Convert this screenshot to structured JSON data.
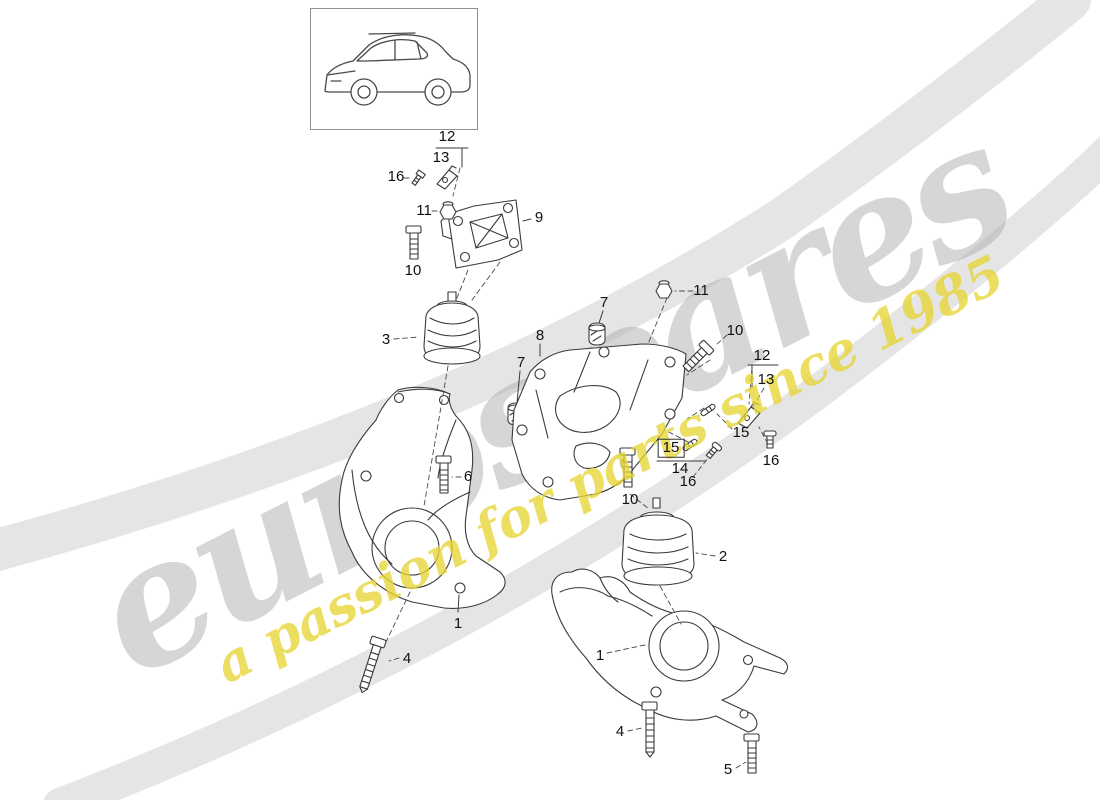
{
  "page": {
    "background": "#ffffff",
    "line_color": "#3a3a3a"
  },
  "watermark": {
    "brand": "eurospares",
    "tagline": "a passion for parts since 1985",
    "brand_color": "#adadad",
    "tagline_color": "#e6d534",
    "swoosh_color": "#cfcfcf"
  },
  "icons": {
    "vehicle": "car-side-view"
  },
  "callouts": [
    {
      "text": "12"
    },
    {
      "text": "13"
    },
    {
      "text": "16"
    },
    {
      "text": "11"
    },
    {
      "text": "9"
    },
    {
      "text": "10"
    },
    {
      "text": "3"
    },
    {
      "text": "7"
    },
    {
      "text": "11"
    },
    {
      "text": "10"
    },
    {
      "text": "8"
    },
    {
      "text": "7"
    },
    {
      "text": "12"
    },
    {
      "text": "13"
    },
    {
      "text": "15"
    },
    {
      "text": "16"
    },
    {
      "text": "15"
    },
    {
      "text": "14"
    },
    {
      "text": "16"
    },
    {
      "text": "10"
    },
    {
      "text": "6"
    },
    {
      "text": "1"
    },
    {
      "text": "4"
    },
    {
      "text": "2"
    },
    {
      "text": "1"
    },
    {
      "text": "4"
    },
    {
      "text": "5"
    }
  ]
}
